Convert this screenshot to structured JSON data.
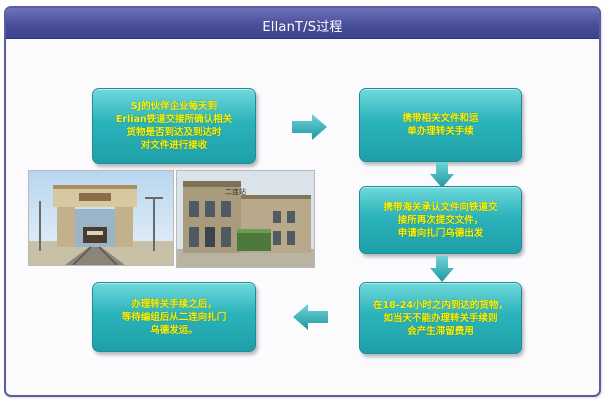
{
  "window": {
    "title": "EllanT/S过程"
  },
  "steps": [
    {
      "id": 1,
      "text": "SJ的伙伴企业每天到\nErlian铁道交接所确认相关\n货物是否到达及到达时\n对文件进行接收"
    },
    {
      "id": 2,
      "text": "携带相关文件和运\n单办理转关手续"
    },
    {
      "id": 3,
      "text": "携带海关承认文件向铁道交\n接所再次提交文件，\n申请向扎门乌德出发"
    },
    {
      "id": 4,
      "text": "在18-24小时之内到达的货物，\n如当天不能办理转关手续则\n会产生滞留费用"
    },
    {
      "id": 5,
      "text": "办理转关手续之后，\n等待编组后从二连向扎门\n乌德发运。"
    }
  ],
  "photos": [
    {
      "name": "border-gate-photo"
    },
    {
      "name": "station-building-photo",
      "sign_text": "二连站"
    }
  ],
  "colors": {
    "title_bar": "#4a4f9a",
    "box_fill": "#2bb3bb",
    "box_text": "#fff200",
    "arrow": "#2aa5ad"
  }
}
